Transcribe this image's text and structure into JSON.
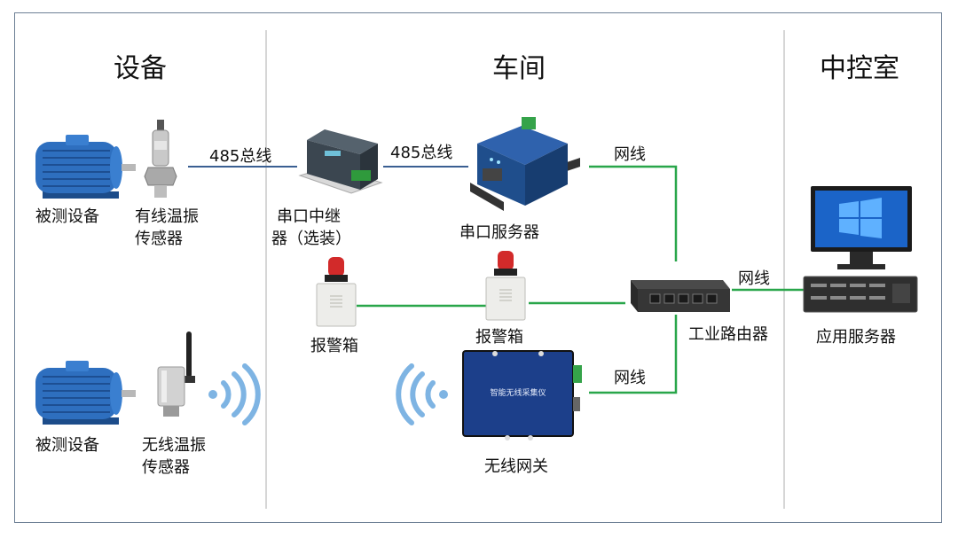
{
  "sections": {
    "devices": "设备",
    "workshop": "车间",
    "control_room": "中控室"
  },
  "labels": {
    "motor_1": "被测设备",
    "wired_sensor_line1": "有线温振",
    "wired_sensor_line2": "传感器",
    "bus_1": "485总线",
    "repeater_line1": "串口中继",
    "repeater_line2": "器（选装）",
    "bus_2": "485总线",
    "serial_server": "串口服务器",
    "cable_top": "网线",
    "alarm_left": "报警箱",
    "alarm_right": "报警箱",
    "cable_right": "网线",
    "router": "工业路由器",
    "app_server": "应用服务器",
    "motor_2": "被测设备",
    "wireless_sensor_line1": "无线温振",
    "wireless_sensor_line2": "传感器",
    "cable_bottom": "网线",
    "gateway": "无线网关",
    "gateway_panel_text": "智能无线采集仪"
  },
  "colors": {
    "bus_line": "#3a5f92",
    "cable_line": "#29a64a",
    "wifi": "#7eb4e3",
    "motor": "#2e6fbf",
    "server_blue": "#1f4e8c"
  }
}
